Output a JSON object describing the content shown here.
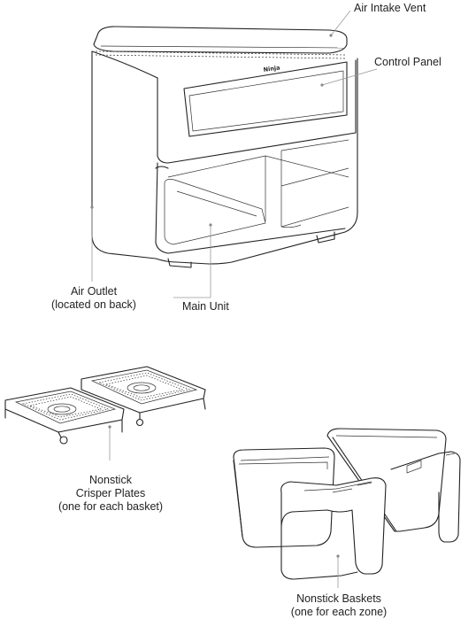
{
  "brand_mark": "Ninja",
  "labels": {
    "air_intake_vent": "Air Intake Vent",
    "control_panel": "Control Panel",
    "air_outlet": "Air Outlet",
    "air_outlet_note": "(located on back)",
    "main_unit": "Main Unit",
    "crisper_line1": "Nonstick",
    "crisper_line2": "Crisper Plates",
    "crisper_line3": "(one for each basket)",
    "baskets_line1": "Nonstick Baskets",
    "baskets_line2": "(one for each zone)"
  },
  "colors": {
    "line": "#222222",
    "leader": "#9a9a9a"
  }
}
